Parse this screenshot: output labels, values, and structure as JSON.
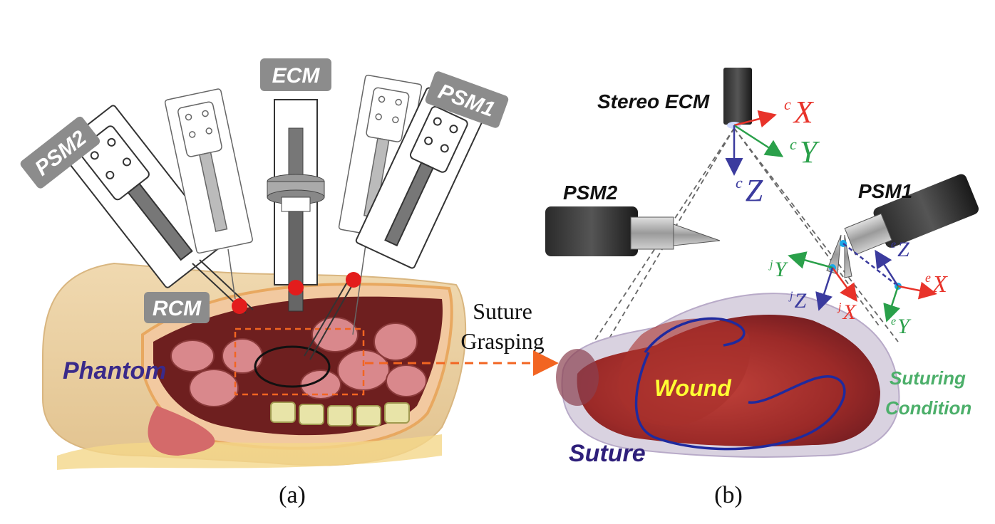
{
  "panel_a": {
    "tags": {
      "psm2": "PSM2",
      "ecm": "ECM",
      "psm1": "PSM1",
      "rcm": "RCM"
    },
    "phantom_label": "Phantom",
    "caption": "(a)"
  },
  "connector": {
    "line1": "Suture",
    "line2": "Grasping"
  },
  "panel_b": {
    "stereo_ecm": "Stereo ECM",
    "psm2": "PSM2",
    "psm1": "PSM1",
    "wound": "Wound",
    "suture": "Suture",
    "suturing_condition_line1": "Suturing",
    "suturing_condition_line2": "Condition",
    "caption": "(b)",
    "frames": {
      "camera": {
        "sup": "c",
        "x": "X",
        "y": "Y",
        "z": "Z"
      },
      "end_effector": {
        "sup": "e",
        "x": "X",
        "y": "Y",
        "z": "Z"
      },
      "jaw": {
        "sup": "j",
        "x": "X",
        "y": "Y",
        "z": "Z"
      }
    }
  },
  "colors": {
    "tag_gray": "#8c8c8c",
    "phantom_text": "#3a2a8a",
    "suture_text": "#2e1f7a",
    "wound_text": "#ffff33",
    "condition_text": "#4caf6a",
    "axis_red": "#e8332a",
    "axis_green": "#2aa04a",
    "axis_blue": "#3b3b9e",
    "rcm_red": "#e31c1c",
    "arrow_orange": "#f26522",
    "tissue_red": "#b0322e"
  }
}
